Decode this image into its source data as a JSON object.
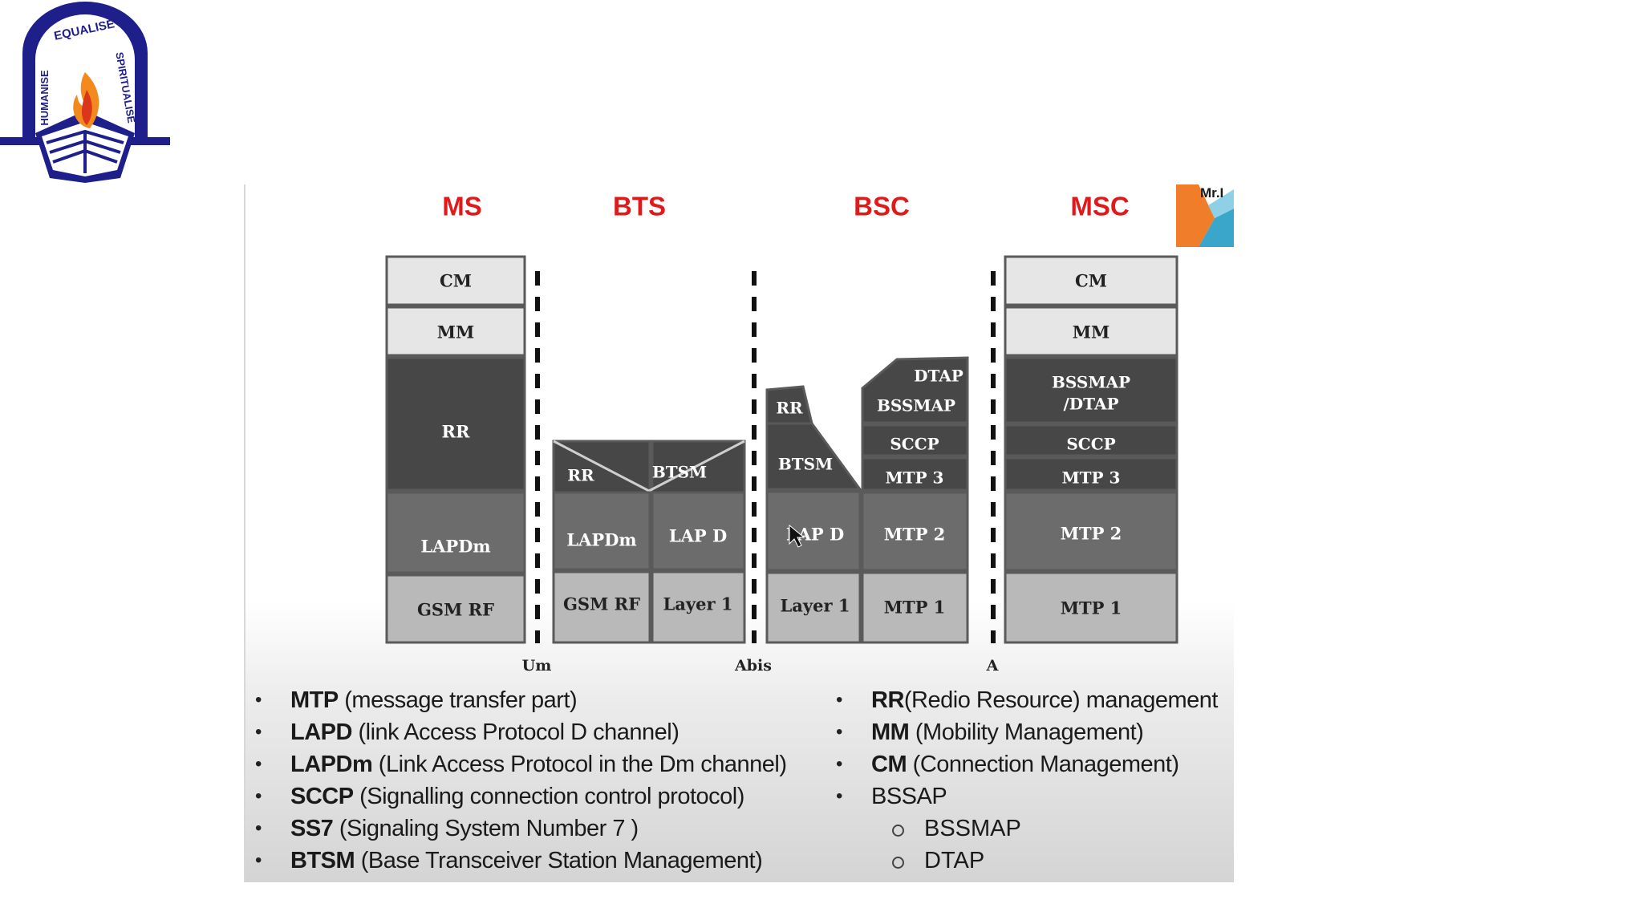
{
  "logo": {
    "arc_text_top": "EQUALISE",
    "arc_text_left": "HUMANISE",
    "arc_text_right": "SPIRITUALISE",
    "colors": {
      "navy": "#1f1f8c",
      "flame_orange": "#f28a1e",
      "flame_red": "#d9361a"
    }
  },
  "watermark": {
    "text": "Mr.I",
    "colors": {
      "orange": "#f07d2a",
      "teal": "#3aa6c9"
    }
  },
  "diagram": {
    "entities": [
      "MS",
      "BTS",
      "BSC",
      "MSC"
    ],
    "interfaces": [
      "Um",
      "Abis",
      "A"
    ],
    "ms_stack": [
      "CM",
      "MM",
      "RR",
      "LAPDm",
      "GSM RF"
    ],
    "bts_stack": {
      "top": [
        "RR",
        "BTSM"
      ],
      "middle": [
        "LAPDm",
        "LAP D"
      ],
      "bottom": [
        "GSM RF",
        "Layer 1"
      ]
    },
    "bsc_stack": {
      "left": [
        "RR",
        "BTSM",
        "LAP D",
        "Layer 1"
      ],
      "right": [
        "DTAP",
        "BSSMAP",
        "SCCP",
        "MTP 3",
        "MTP 2",
        "MTP 1"
      ]
    },
    "msc_stack": [
      "CM",
      "MM",
      "BSSMAP",
      "/DTAP",
      "SCCP",
      "MTP 3",
      "MTP 2",
      "MTP 1"
    ],
    "colors": {
      "title_red": "#e01a1a",
      "light": "#e6e6e6",
      "dark": "#474747",
      "medium": "#6c6c6c",
      "pale": "#b9b9b9",
      "outline": "#5a5a5a"
    }
  },
  "legend": {
    "left": [
      {
        "term": "MTP",
        "desc": " (message transfer part)"
      },
      {
        "term": "LAPD",
        "desc": " (link Access Protocol D channel)"
      },
      {
        "term": "LAPDm",
        "desc": " (Link Access Protocol in the Dm channel)"
      },
      {
        "term": "SCCP",
        "desc": " (Signalling connection control protocol)"
      },
      {
        "term": "SS7",
        "desc": " (Signaling System Number 7 )"
      },
      {
        "term": "BTSM",
        "desc": " (Base Transceiver Station Management)"
      }
    ],
    "right": [
      {
        "term": "RR",
        "desc": "(Redio Resource) management"
      },
      {
        "term": "MM",
        "desc": " (Mobility Management)"
      },
      {
        "term": "CM",
        "desc": " (Connection Management)"
      },
      {
        "term": "",
        "desc": "BSSAP"
      }
    ],
    "right_sub": [
      "BSSMAP",
      "DTAP"
    ]
  }
}
